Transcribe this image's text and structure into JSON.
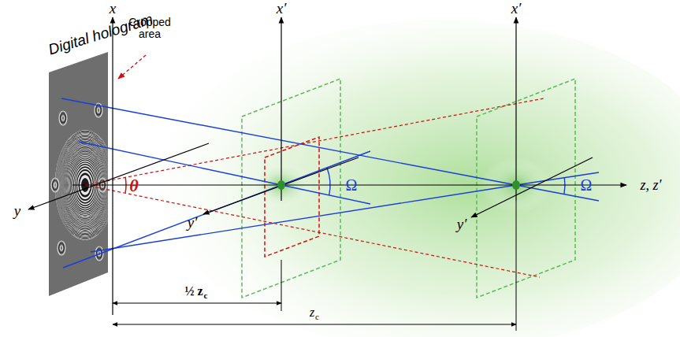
{
  "diagram": {
    "labels": [
      "Digital hologram",
      "Cropped area",
      "x",
      "x′",
      "x′",
      "y",
      "y′",
      "y′",
      "z, z′",
      "θ",
      "Ω",
      "Ω",
      "½ z",
      "c",
      "z",
      "c"
    ]
  }
}
